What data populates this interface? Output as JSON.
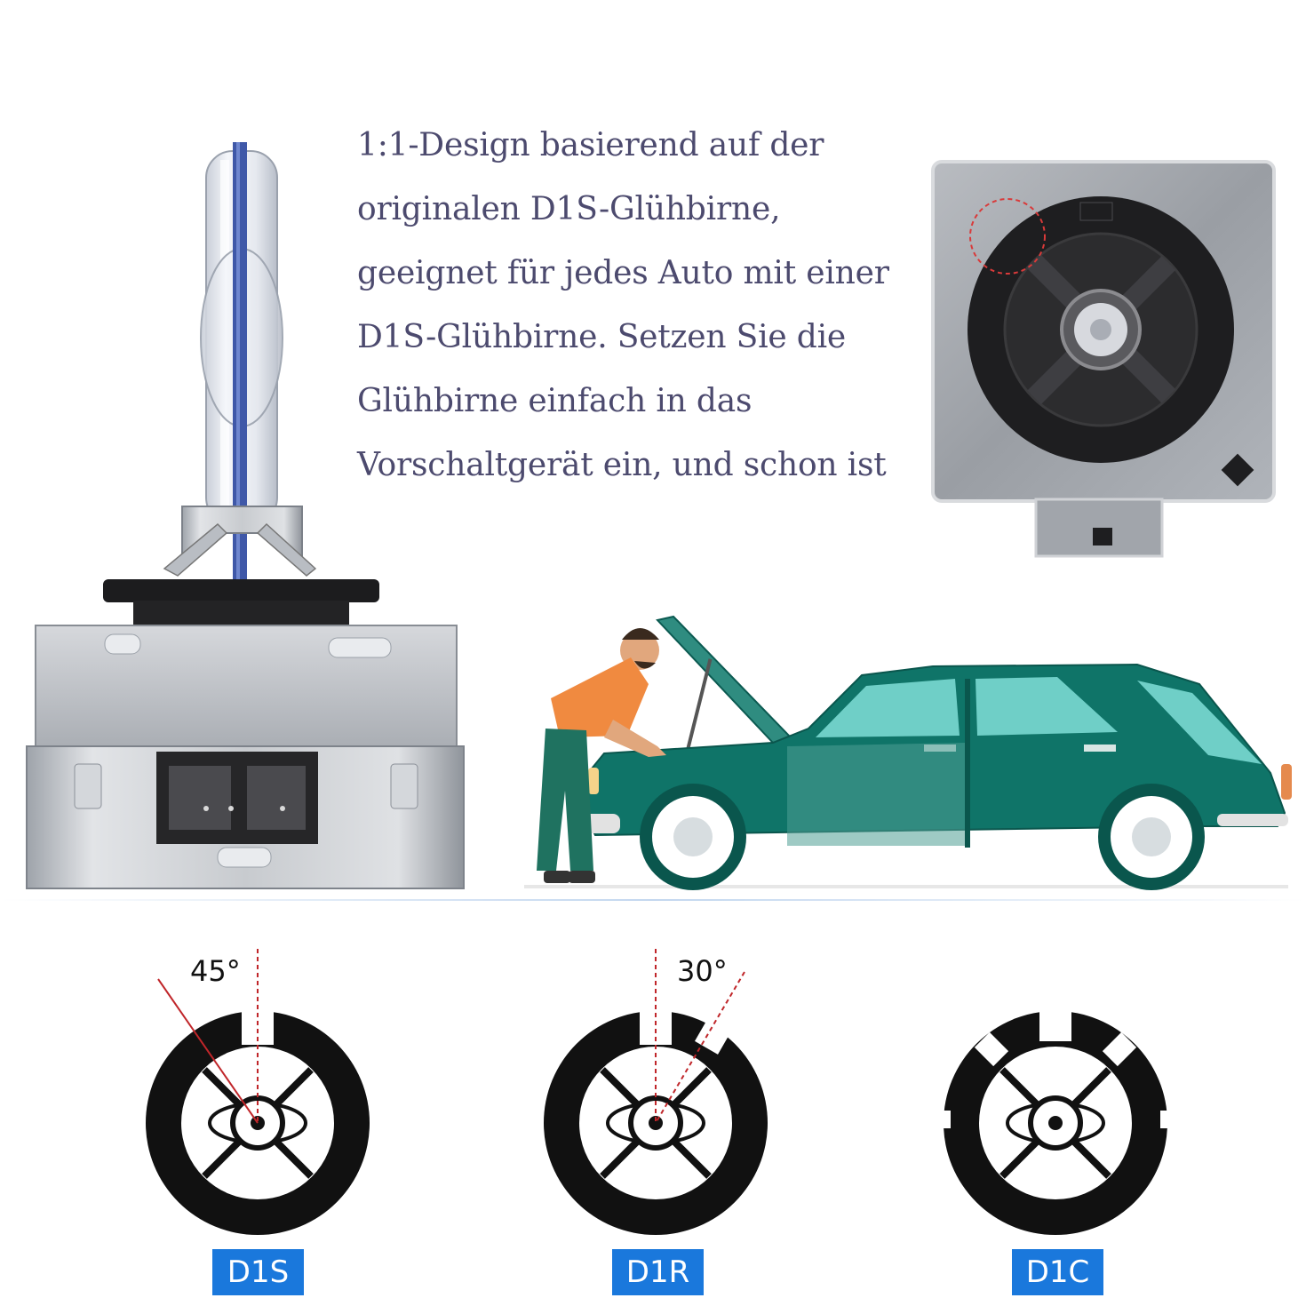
{
  "description_lines": [
    "1:1-Design basierend auf der",
    "originalen D1S-Glühbirne,",
    "geeignet für jedes Auto mit einer",
    "D1S-Glühbirne. Setzen Sie die",
    "Glühbirne einfach in das",
    "Vorschaltgerät ein, und schon ist"
  ],
  "bulb_types": [
    {
      "label": "D1S",
      "angle": "45°"
    },
    {
      "label": "D1R",
      "angle": "30°"
    },
    {
      "label": "D1C",
      "angle": ""
    }
  ],
  "colors": {
    "text": "#4c4a6e",
    "badge": "#1a78dc",
    "car": "#0f7468",
    "mechanic_shirt": "#f08a40",
    "mechanic_pants": "#1f7260"
  }
}
